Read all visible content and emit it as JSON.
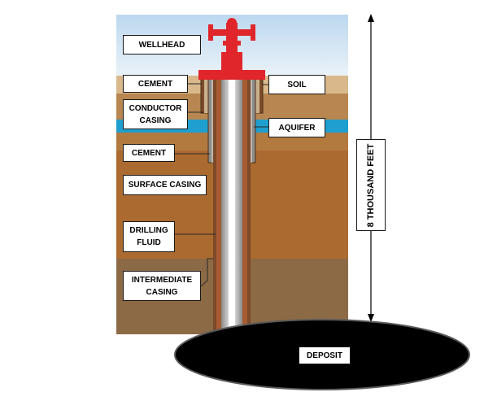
{
  "labels": {
    "wellhead": "WELLHEAD",
    "cement_top": "CEMENT",
    "conductor_casing": [
      "CONDUCTOR",
      "CASING"
    ],
    "cement_mid": "CEMENT",
    "surface_casing": "SURFACE CASING",
    "drilling_fluid": [
      "DRILLING",
      "FLUID"
    ],
    "intermediate_casing": [
      "INTERMEDIATE",
      "CASING"
    ],
    "soil": "SOIL",
    "aquifer": "AQUIFER",
    "deposit": "DEPOSIT",
    "depth": "8 THOUSAND FEET"
  },
  "colors": {
    "sky": "#cfe3f3",
    "soil": "#c8a170",
    "aquifer": "#1f9fcf",
    "earth": "#a8682e",
    "deep_earth": "#8f5a29",
    "wellhead": "#e0262b",
    "deposit": "#000000"
  }
}
